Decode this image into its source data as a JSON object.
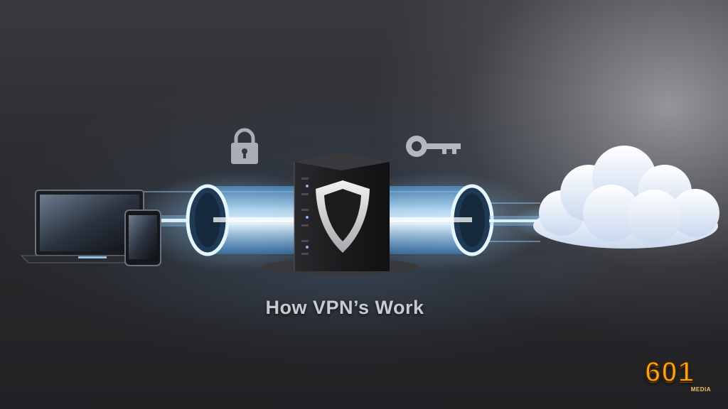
{
  "caption": {
    "text": "How VPN’s Work"
  },
  "logo": {
    "number": "601",
    "subtitle": "MEDIA"
  },
  "icons": {
    "padlock": "padlock-icon",
    "key": "key-icon",
    "shield": "shield-icon",
    "laptop": "laptop-icon",
    "phone": "smartphone-icon",
    "cloud": "cloud-icon",
    "server": "server-icon"
  },
  "colors": {
    "tunnel_glow": "#7fc4ff",
    "accent_orange": "#f6a21a",
    "caption_text": "#c9cbd0"
  }
}
